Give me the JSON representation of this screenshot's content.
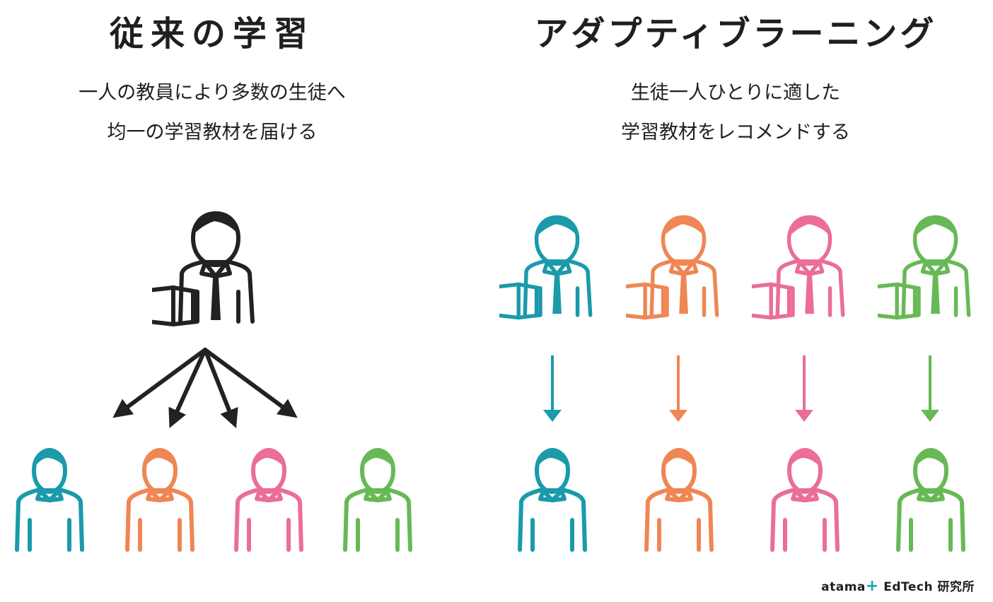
{
  "left": {
    "title": "従来の学習",
    "desc_line1": "一人の教員により多数の生徒へ",
    "desc_line2": "均一の学習教材を届ける"
  },
  "right": {
    "title": "アダプティブラーニング",
    "desc_line1": "生徒一人ひとりに適した",
    "desc_line2": "学習教材をレコメンドする"
  },
  "brand": {
    "name": "atama",
    "plus": "+",
    "suffix": " EdTech 研究所"
  },
  "colors": {
    "dark": "#222222",
    "teal": "#1a9aaa",
    "orange": "#ef8654",
    "pink": "#ea6d9a",
    "green": "#67b956"
  },
  "icons": {
    "teacher": "teacher-with-book-icon",
    "student": "student-icon",
    "arrow": "arrow-icon"
  }
}
